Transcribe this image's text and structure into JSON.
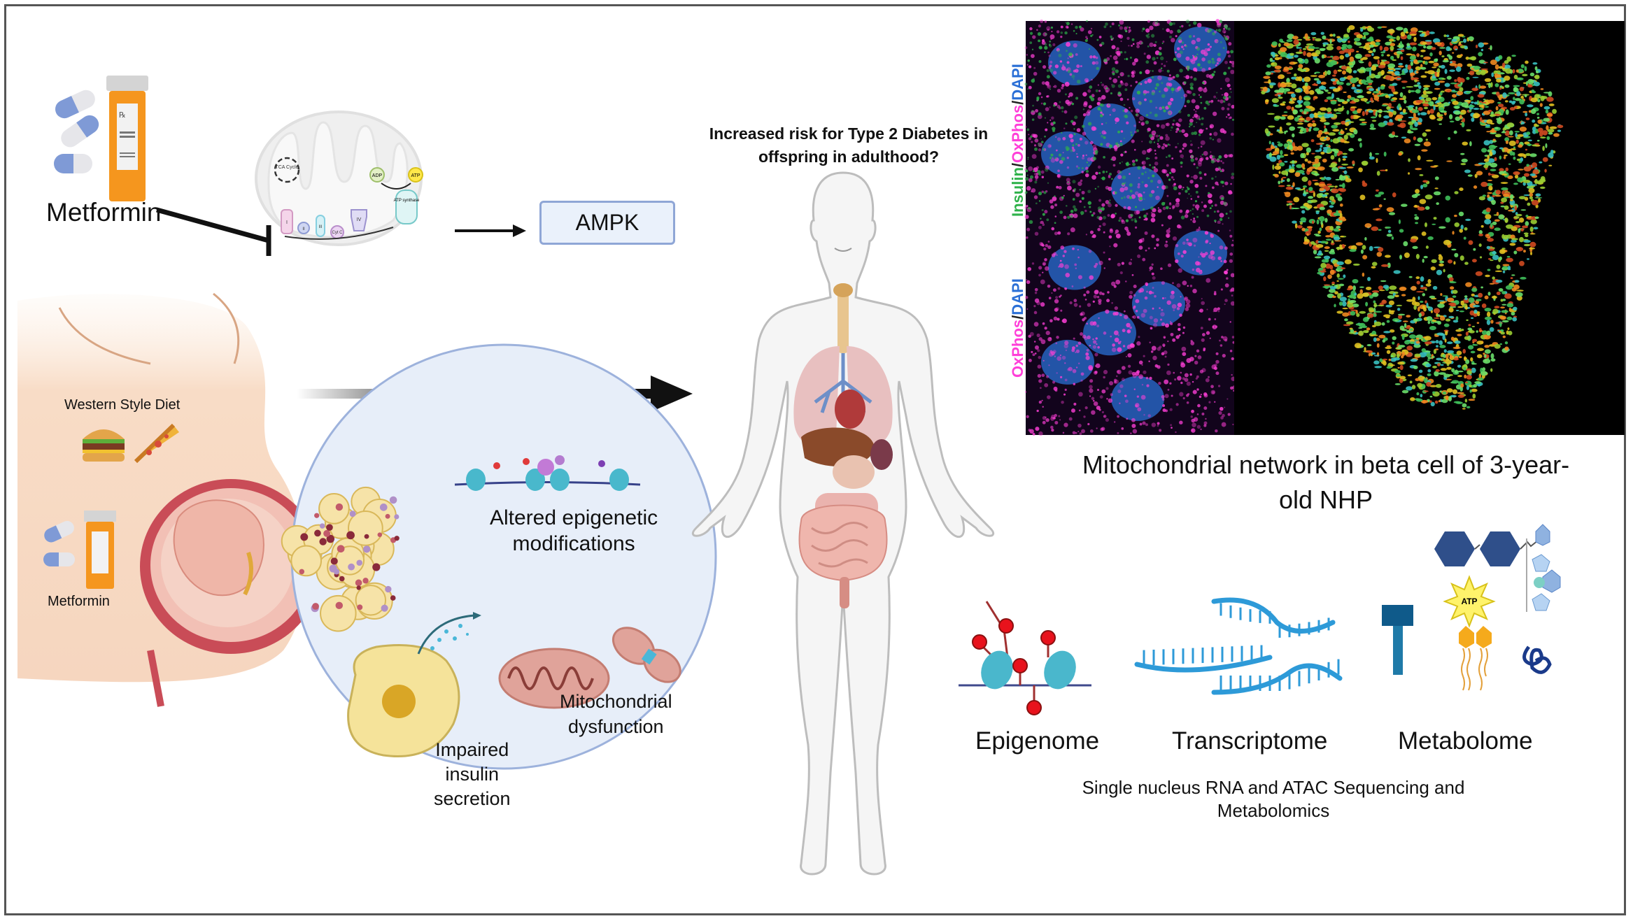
{
  "left_panel": {
    "metformin_label": "Metformin",
    "mito_labels": {
      "tca": "TCA Cycle",
      "adp": "ADP",
      "atp": "ATP",
      "atp_synthase": "ATP synthase",
      "complexes": [
        "I",
        "II",
        "III",
        "Cyt C",
        "IV"
      ]
    },
    "ampk_label": "AMPK",
    "diet_label": "Western Style Diet",
    "metformin_pregnancy_label": "Metformin"
  },
  "circle_panel": {
    "epigenetic_label_line1": "Altered epigenetic",
    "epigenetic_label_line2": "modifications",
    "insulin_label_line1": "Impaired",
    "insulin_label_line2": "insulin",
    "insulin_label_line3": "secretion",
    "mito_label_line1": "Mitochondrial",
    "mito_label_line2": "dysfunction"
  },
  "center": {
    "question_line1": "Increased risk for Type 2 Diabetes in",
    "question_line2": "offspring in adulthood?"
  },
  "microscopy": {
    "top_label": {
      "insulin": "Insulin",
      "sep1": "/",
      "oxphos": "OxPhos",
      "sep2": "/",
      "dapi": "DAPI"
    },
    "bottom_label": {
      "oxphos": "OxPhos",
      "sep": "/",
      "dapi": "DAPI"
    },
    "caption_line1": "Mitochondrial network in beta cell of 3-year-",
    "caption_line2": "old NHP",
    "colors": {
      "insulin": "#2fb24a",
      "oxphos": "#ff3fd8",
      "dapi": "#2a6fd6"
    }
  },
  "omics": {
    "epigenome": "Epigenome",
    "transcriptome": "Transcriptome",
    "metabolome": "Metabolome",
    "atp_badge": "ATP",
    "methods_line1": "Single nucleus RNA and ATAC Sequencing and",
    "methods_line2": "Metabolomics"
  }
}
